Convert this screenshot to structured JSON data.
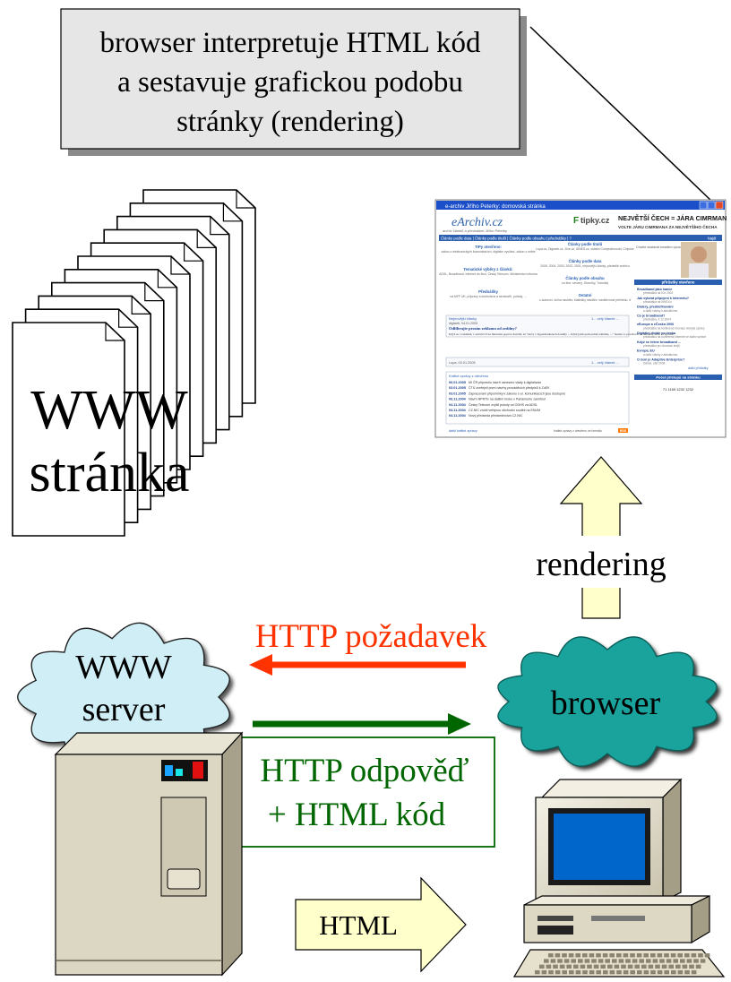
{
  "colors": {
    "request_red": "#ff3300",
    "response_green": "#006600",
    "server_cloud": "#cfeef6",
    "browser_cloud": "#1aa39c",
    "arrow_fill": "#ffffcc",
    "note_bg": "#e6e6e6",
    "screen_blue": "#0066cc"
  },
  "note": {
    "line1": "browser interpretuje HTML kód",
    "line2": "a sestavuje grafickou podobu",
    "line3": "stránky (rendering)"
  },
  "pages_stack": {
    "line1": "WWW",
    "line2": "stránka"
  },
  "rendering_label": "rendering",
  "request_label": "HTTP požadavek",
  "response_label": {
    "line1": "HTTP odpověď",
    "line2": "+ HTML kód"
  },
  "server_cloud": {
    "line1": "WWW",
    "line2": "server"
  },
  "browser_cloud": "browser",
  "html_arrow_label": "HTML",
  "screenshot": {
    "window_title": "e-archiv Jiřího Peterky: domovská stránka",
    "logo": "eArchiv.cz",
    "logo_sub": "archiv článků a přednášek Jiřího Peterky",
    "banner_brand": "tipky.cz",
    "banner_title": "NEJVĚTŠÍ ČECH = JÁRA CIMRMAN",
    "banner_sub": "VOLTE JÁRU CIMRMANA ZA NEJVĚTŠÍHO ČECHA",
    "nav": "Články podle data | Články podle titulů | Články podle obsahu | přednášky | ?",
    "search_button": "Najdi",
    "col1": [
      {
        "title": "TIPy otevřeno:",
        "text": "zákon o elektronických komunikacích, digitální vysílání, zákon o některých službách informační společnosti"
      },
      {
        "title": "Tematické výběry z článků:",
        "text": "ADSL, Broadband, Internet do škol, Český Telecom, Ministerstvo informatiky, Dialery, předdefinování..."
      },
      {
        "title": "Přednášky",
        "text": "na MFF UK, přípravy a kontrolenz a seminářů, pořady, ..."
      }
    ],
    "col2": [
      {
        "title": "Články podle titulů",
        "text": "Lupa.cz, Digiweb.cz, Zive.cz, iDNES.cz, ostatní Computerworld, Chip/web, ..."
      },
      {
        "title": "Články podle data",
        "text": "2005, 2004, 2003, 2002, 2001, nejnovější články, předešlé archivu"
      },
      {
        "title": "Články podle obsahu",
        "text": "on-line: servery, Slovníky, Tutoriály"
      },
      {
        "title": "Ostatní",
        "text": "o autorovi, kniha návštěv, statistiky návštěv, návštěvnost přehledu, download centrum, průvodce státními"
      }
    ],
    "sidebar_intro": "Chcete dostávat emailem upozornění na nové články?",
    "sidebar_heading": "přírůstky otevřeno",
    "sidebar_items": [
      {
        "title": "Broadband jako šance",
        "text": "přednáška na ICe 2004"
      },
      {
        "title": "Jak vybírat připojení k Internetu?",
        "text": "přednáška na INVEXu"
      },
      {
        "title": "Dialery, předdefinování",
        "text": "a další články k aktuálnímu"
      },
      {
        "title": "Co je broadband?",
        "text": "přednáška, 4.12.2004"
      },
      {
        "title": "eEurope a eČesko 2006",
        "text": "přednáška na konferenci Inovace veřejné správy"
      },
      {
        "title": "Digitální divide po česku",
        "text": "přednáška na konferenci Internet ve státní správě"
      },
      {
        "title": "Když se řekne broadband ...",
        "text": "přednáška pro Asociaci krajů"
      },
      {
        "title": "Evropa, EU",
        "text": "a další články z aktuálnímu"
      },
      {
        "title": "O čem je Adaptive Enterprise?",
        "text": "článek, září 2004"
      }
    ],
    "sidebar_more": "další přírůstky",
    "counter_heading": "Počet přístupů na stránku",
    "counter_value": "71 1169 1232 1232",
    "panel1_title": "Nejnovější články",
    "panel1_more": "1... celý článek ...",
    "panel1_date": "digiweb, 04.01.2005",
    "panel1_headline": "Odfiltrujte prosím zeklamu od zeddny?",
    "panel1_text": "Když se v reklamě, v televizi či na Internetu poprvé dozvím, že \"slevy v hypermarketech dosáhly ... Když jsem poslouchal reklamu, ...\" budete to považovat za reklamu, nebo za zprávu?",
    "panel2_date": "Lupa, 03.01.2005",
    "panel2_more": "1... celý článek ...",
    "news_title": "Krátké zprávy z otevřeno",
    "news": [
      {
        "date": "06.01.2005",
        "text": "MI ČR připravilo návrh usnesení vlády k digitalizaci"
      },
      {
        "date": "03.01.2005",
        "text": "ČTÚ zveřejnil první návrhy prováděcích předpisů k ZoEK"
      },
      {
        "date": "03.01.2005",
        "text": "Zapracování připomínky k zákonu o el. komunikacích jsou dostupné"
      },
      {
        "date": "06.11.2004",
        "text": "Návrh NPRTS na dalším kroku v Parlamentu zamítnut"
      },
      {
        "date": "04.11.2004",
        "text": "Český Telecom zvýšil pokuty od ODHS za ADSL"
      },
      {
        "date": "04.11.2004",
        "text": "CZ.NIC zrušil veřejnou obchodní soutěž na ENUM"
      },
      {
        "date": "04.11.2004",
        "text": "Nový předseda předsednictva CZ.NIC"
      }
    ],
    "news_more": "další krátké zprávy",
    "news_rss": "krátké zprávy z otevřeno ve formátu",
    "rss_badge": "RSS"
  }
}
